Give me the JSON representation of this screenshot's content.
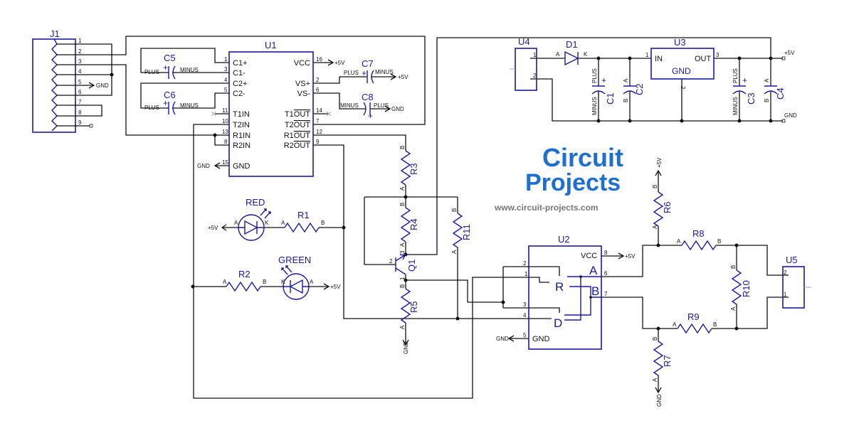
{
  "nets": {
    "vcc": "+5V",
    "gnd": "GND"
  },
  "pin_letters": {
    "a": "A",
    "b": "B",
    "k": "K",
    "plus": "PLUS",
    "minus": "MINUS",
    "plus_sign": "+"
  },
  "j1": {
    "ref": "J1",
    "pins": [
      "1",
      "2",
      "3",
      "4",
      "5",
      "6",
      "7",
      "8",
      "9"
    ]
  },
  "u1": {
    "ref": "U1",
    "left_pins": [
      {
        "num": "1",
        "name": "C1+"
      },
      {
        "num": "3",
        "name": "C1-"
      },
      {
        "num": "4",
        "name": "C2+"
      },
      {
        "num": "5",
        "name": "C2-"
      },
      {
        "num": "11",
        "name": "T1IN"
      },
      {
        "num": "10",
        "name": "T2IN"
      },
      {
        "num": "13",
        "name": "R1IN"
      },
      {
        "num": "8",
        "name": "R2IN"
      },
      {
        "num": "15",
        "name": "GND"
      }
    ],
    "right_pins": [
      {
        "num": "16",
        "name": "VCC"
      },
      {
        "num": "2",
        "name": "VS+"
      },
      {
        "num": "6",
        "name": "VS-"
      },
      {
        "num": "14",
        "prefix": "T1",
        "bar": "OUT"
      },
      {
        "num": "7",
        "prefix": "T2",
        "bar": "OUT"
      },
      {
        "num": "12",
        "prefix": "R1",
        "bar": "OUT"
      },
      {
        "num": "9",
        "prefix": "R2",
        "bar": "OUT"
      }
    ]
  },
  "u2": {
    "ref": "U2",
    "vcc": "VCC",
    "gnd": "GND",
    "a": "A",
    "b": "B",
    "r": "R",
    "d": "D",
    "pins": {
      "p1": "1",
      "p2": "2",
      "p3": "3",
      "p4": "4",
      "p5": "5",
      "p6": "6",
      "p7": "7",
      "p8": "8"
    }
  },
  "u3": {
    "ref": "U3",
    "in": "IN",
    "out": "OUT",
    "gnd": "GND",
    "p1": "1",
    "p2": "2",
    "p3": "3"
  },
  "u4": {
    "ref": "U4",
    "p1": "1",
    "p2": "2"
  },
  "u5": {
    "ref": "U5",
    "p1": "1",
    "p2": "2"
  },
  "d1": {
    "ref": "D1"
  },
  "leds": {
    "red": "RED",
    "green": "GREEN"
  },
  "q1": {
    "ref": "Q1",
    "p1": "1",
    "p2": "2",
    "p3": "3"
  },
  "capacitors": {
    "c1": "C1",
    "c2": "C2",
    "c3": "C3",
    "c4": "C4",
    "c5": "C5",
    "c6": "C6",
    "c7": "C7",
    "c8": "C8"
  },
  "resistors": {
    "r1": "R1",
    "r2": "R2",
    "r3": "R3",
    "r4": "R4",
    "r5": "R5",
    "r6": "R6",
    "r7": "R7",
    "r8": "R8",
    "r9": "R9",
    "r10": "R10",
    "r11": "R11"
  },
  "logo": {
    "line1": "Circuit",
    "line2": "Projects",
    "website": "www.circuit-projects.com"
  },
  "colors": {
    "symbol": "#1a1aa0",
    "wire": "#111111",
    "logo": "#1f6fd0"
  }
}
